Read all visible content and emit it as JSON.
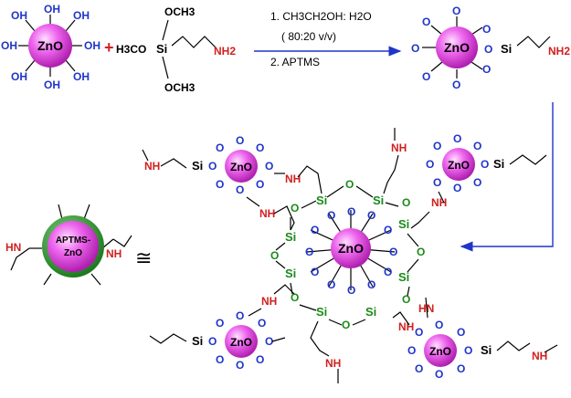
{
  "reactants": {
    "zno_label": "ZnO",
    "hydroxyl": "OH",
    "plus": "+",
    "silane": {
      "methoxy": "OCH3",
      "methoxy_left": "H3CO",
      "si": "Si",
      "amine": "NH2"
    }
  },
  "conditions": {
    "step1": "1. CH3CH2OH: H2O",
    "ratio": "( 80:20 v/v)",
    "step2": "2. APTMS"
  },
  "labels": {
    "zno": "ZnO",
    "o": "O",
    "si": "Si",
    "nh": "NH",
    "nh2": "NH2",
    "hn": "HN",
    "apt_line1": "APTMS-",
    "apt_line2": "ZnO",
    "approx": "≅",
    "n": "N",
    "h": "H"
  },
  "colors": {
    "zno_sphere": "#e850e8",
    "oxygen": "#1f35c8",
    "silicon": "#1a8a1a",
    "nitrogen": "#d22020",
    "arrow": "#1f35c8",
    "shell": "#2e9a2e"
  }
}
